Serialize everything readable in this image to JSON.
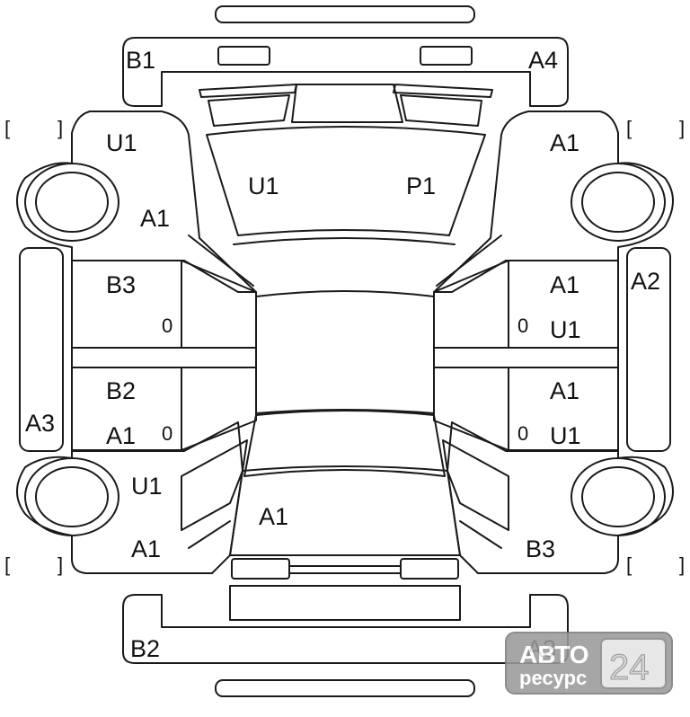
{
  "diagram": {
    "labels": {
      "front_bumper_left": "B1",
      "front_bumper_right": "A4",
      "left_front_fender": "U1",
      "right_front_fender": "A1",
      "left_a_pillar": "A1",
      "hood_left": "U1",
      "hood_right": "P1",
      "left_front_door": "B3",
      "right_front_door_top": "A1",
      "right_front_door_bottom": "U1",
      "left_rocker": "A3",
      "right_rocker": "A2",
      "left_rear_door_top": "B2",
      "left_rear_door_bottom": "A1",
      "right_rear_door_top": "A1",
      "right_rear_door_bottom": "U1",
      "left_rear_quarter": "U1",
      "left_rear_lower": "A1",
      "trunk": "A1",
      "right_rear_quarter": "B3",
      "rear_bumper_left": "B2",
      "rear_bumper_right": "A3"
    },
    "door_marks": [
      "0",
      "0",
      "0",
      "0"
    ],
    "bracket_open": "[",
    "bracket_close": "]"
  },
  "watermark": {
    "line1": "АВТО",
    "line2": "ресурс",
    "number": "24"
  }
}
